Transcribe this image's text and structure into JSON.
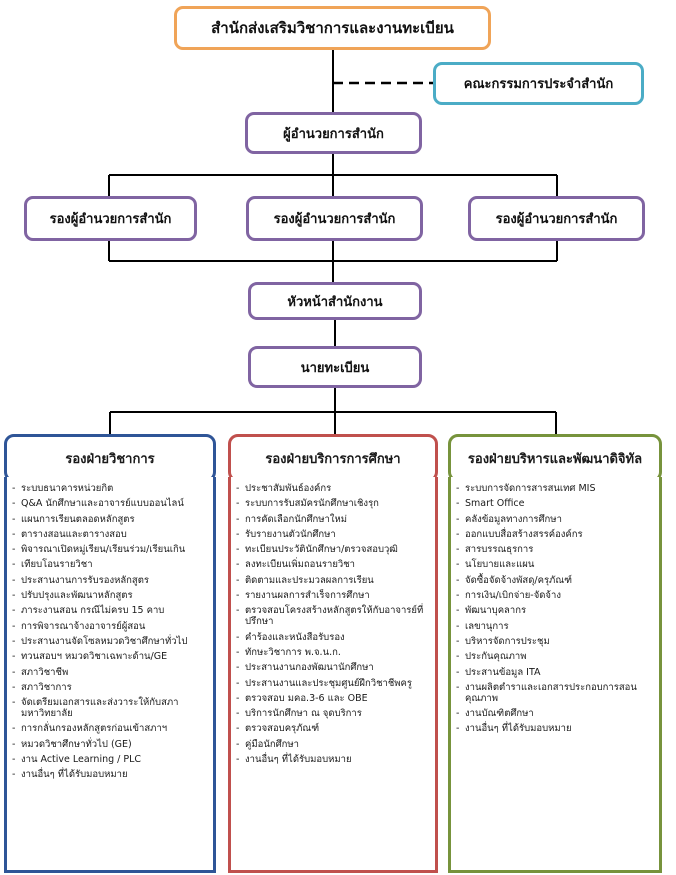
{
  "top": "สำนักส่งเสริมวิชาการและงานทะเบียน",
  "committee": "คณะกรรมการประจำสำนัก",
  "director": "ผู้อำนวยการสำนัก",
  "deputies": [
    "รองผู้อำนวยการสำนัก",
    "รองผู้อำนวยการสำนัก",
    "รองผู้อำนวยการสำนัก"
  ],
  "office_head": "หัวหน้าสำนักงาน",
  "registrar": "นายทะเบียน",
  "columns": [
    {
      "title": "รองฝ่ายวิชาการ",
      "color": "#2f5597",
      "items": [
        "ระบบธนาคารหน่วยกิต",
        "Q&A นักศึกษาและอาจารย์แบบออนไลน์",
        "แผนการเรียนตลอดหลักสูตร",
        "ตารางสอนและตารางสอบ",
        "พิจารณาเปิดหมู่เรียน/เรียนร่วม/เรียนเกิน",
        "เทียบโอนรายวิชา",
        "ประสานงานการรับรองหลักสูตร",
        "ปรับปรุงและพัฒนาหลักสูตร",
        "ภาระงานสอน กรณีไม่ครบ 15 คาบ",
        "การพิจารณาจ้างอาจารย์ผู้สอน",
        "ประสานงานจัดโซลหมวดวิชาศึกษาทั่วไป",
        "ทวนสอบฯ หมวดวิชาเฉพาะด้าน/GE",
        "สภาวิชาชีพ",
        "สภาวิชาการ",
        "จัดเตรียมเอกสารและส่งวาระให้กับสภามหาวิทยาลัย",
        "การกลั่นกรองหลักสูตรก่อนเข้าสภาฯ",
        "หมวดวิชาศึกษาทั่วไป (GE)",
        "งาน Active Learning / PLC",
        "งานอื่นๆ ที่ได้รับมอบหมาย"
      ]
    },
    {
      "title": "รองฝ่ายบริการการศึกษา",
      "color": "#c0504d",
      "items": [
        "ประชาสัมพันธ์องค์กร",
        "ระบบการรับสมัครนักศึกษาเชิงรุก",
        "การคัดเลือกนักศึกษาใหม่",
        "รับรายงานตัวนักศึกษา",
        "ทะเบียนประวัตินักศึกษา/ตรวจสอบวุฒิ",
        "ลงทะเบียนเพิ่มถอนรายวิชา",
        "ติดตามและประมวลผลการเรียน",
        "รายงานผลการสำเร็จการศึกษา",
        "ตรวจสอบโครงสร้างหลักสูตรให้กับอาจารย์ที่ปรึกษา",
        "คำร้องและหนังสือรับรอง",
        "ทักษะวิชาการ พ.จ.น.ก.",
        "ประสานงานกองพัฒนานักศึกษา",
        "ประสานงานและประชุมศูนย์ฝึกวิชาชีพครู",
        "ตรวจสอบ มคอ.3-6 และ OBE",
        "บริการนักศึกษา ณ จุดบริการ",
        "ตรวจสอบครุภัณฑ์",
        "คู่มือนักศึกษา",
        "งานอื่นๆ ที่ได้รับมอบหมาย"
      ]
    },
    {
      "title": "รองฝ่ายบริหารและพัฒนาดิจิทัล",
      "color": "#77933c",
      "items": [
        "ระบบการจัดการสารสนเทศ MIS",
        "Smart Office",
        "คลังข้อมูลทางการศึกษา",
        "ออกแบบสื่อสร้างสรรค์องค์กร",
        "สารบรรณธุรการ",
        "นโยบายและแผน",
        "จัดซื้อจัดจ้างพัสดุ/ครุภัณฑ์",
        "การเงิน/เบิกจ่าย-จัดจ้าง",
        "พัฒนาบุคลากร",
        "เลขานุการ",
        "บริหารจัดการประชุม",
        "ประกันคุณภาพ",
        "ประสานข้อมูล ITA",
        "งานผลิตตำราและเอกสารประกอบการสอนคุณภาพ",
        "งานบัณฑิตศึกษา",
        "งานอื่นๆ ที่ได้รับมอบหมาย"
      ]
    }
  ],
  "colors": {
    "top_border": "#f0a458",
    "committee_border": "#4bacc6",
    "node_border": "#8064a2",
    "connector": "#000000"
  }
}
